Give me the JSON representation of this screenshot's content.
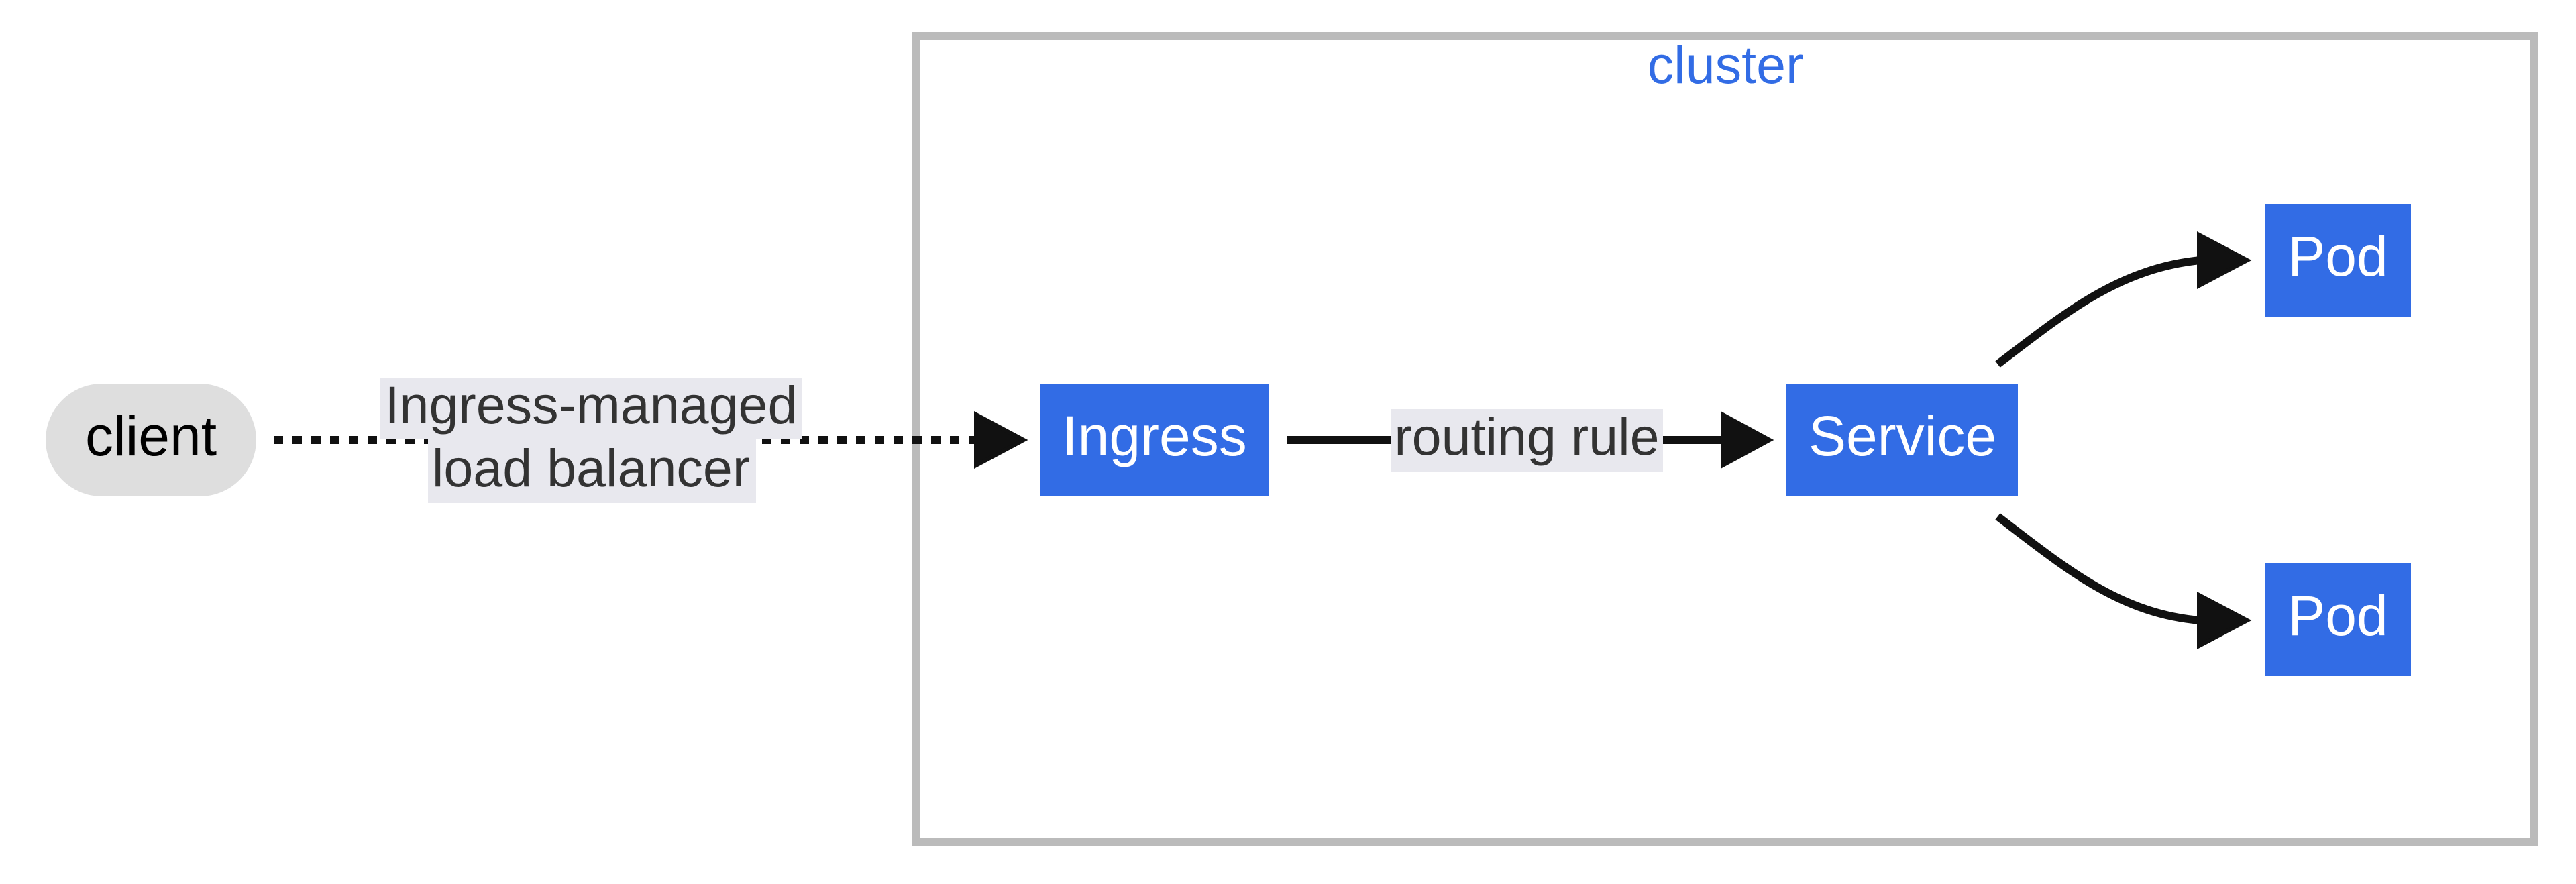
{
  "cluster": {
    "label": "cluster",
    "border_color": "#bbbbbb",
    "label_color": "#326ce5"
  },
  "nodes": {
    "client": {
      "label": "client",
      "fill": "#dedede",
      "text_color": "#000000"
    },
    "ingress": {
      "label": "Ingress",
      "fill": "#326ce5",
      "text_color": "#ffffff"
    },
    "service": {
      "label": "Service",
      "fill": "#326ce5",
      "text_color": "#ffffff"
    },
    "pod_top": {
      "label": "Pod",
      "fill": "#326ce5",
      "text_color": "#ffffff"
    },
    "pod_bottom": {
      "label": "Pod",
      "fill": "#326ce5",
      "text_color": "#ffffff"
    }
  },
  "edges": {
    "client_to_ingress": {
      "style": "dotted",
      "label_lines": [
        "Ingress-managed",
        "load balancer"
      ]
    },
    "ingress_to_service": {
      "style": "solid",
      "label": "routing rule"
    },
    "service_to_pod_top": {
      "style": "solid"
    },
    "service_to_pod_bottom": {
      "style": "solid"
    }
  },
  "colors": {
    "edge": "#111111",
    "edge_label_bg": "#e8e8ee"
  }
}
